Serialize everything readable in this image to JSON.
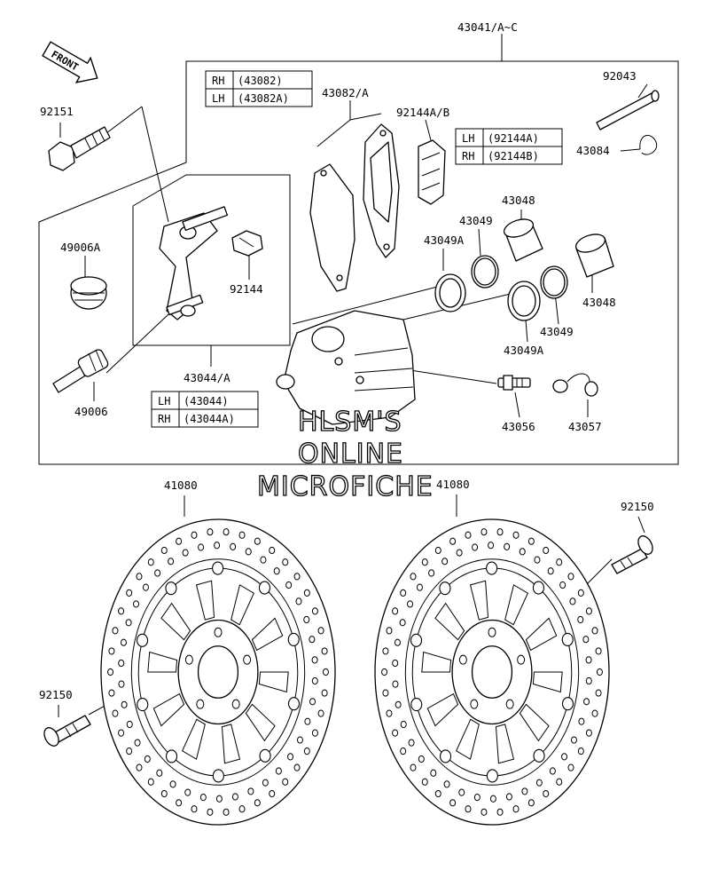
{
  "direction_arrow": "FRONT",
  "labels": {
    "assy_caliper": "43041/A~C",
    "pad_set": "43082/A",
    "spring_pad": "92144A/B",
    "pin": "92043",
    "clip": "43084",
    "bolt_top": "92151",
    "boot": "49006A",
    "bracket_spring": "92144",
    "bracket": "43044/A",
    "slide_pin": "49006",
    "piston_seal_a1": "43049A",
    "dust_seal_1": "43049",
    "piston_1": "43048",
    "piston_2": "43048",
    "dust_seal_2": "43049",
    "piston_seal_a2": "43049A",
    "bleed_valve": "43056",
    "bleed_cap": "43057",
    "disc_left": "41080",
    "disc_right": "41080",
    "disc_bolt_right": "92150",
    "disc_bolt_left": "92150"
  },
  "tables": {
    "pads": [
      {
        "side": "RH",
        "part": "(43082)"
      },
      {
        "side": "LH",
        "part": "(43082A)"
      }
    ],
    "springs": [
      {
        "side": "LH",
        "part": "(92144A)"
      },
      {
        "side": "RH",
        "part": "(92144B)"
      }
    ],
    "brackets": [
      {
        "side": "LH",
        "part": "(43044)"
      },
      {
        "side": "RH",
        "part": "(43044A)"
      }
    ]
  },
  "watermark": [
    "HLSM'S",
    "ONLINE",
    "MICROFICHE"
  ]
}
